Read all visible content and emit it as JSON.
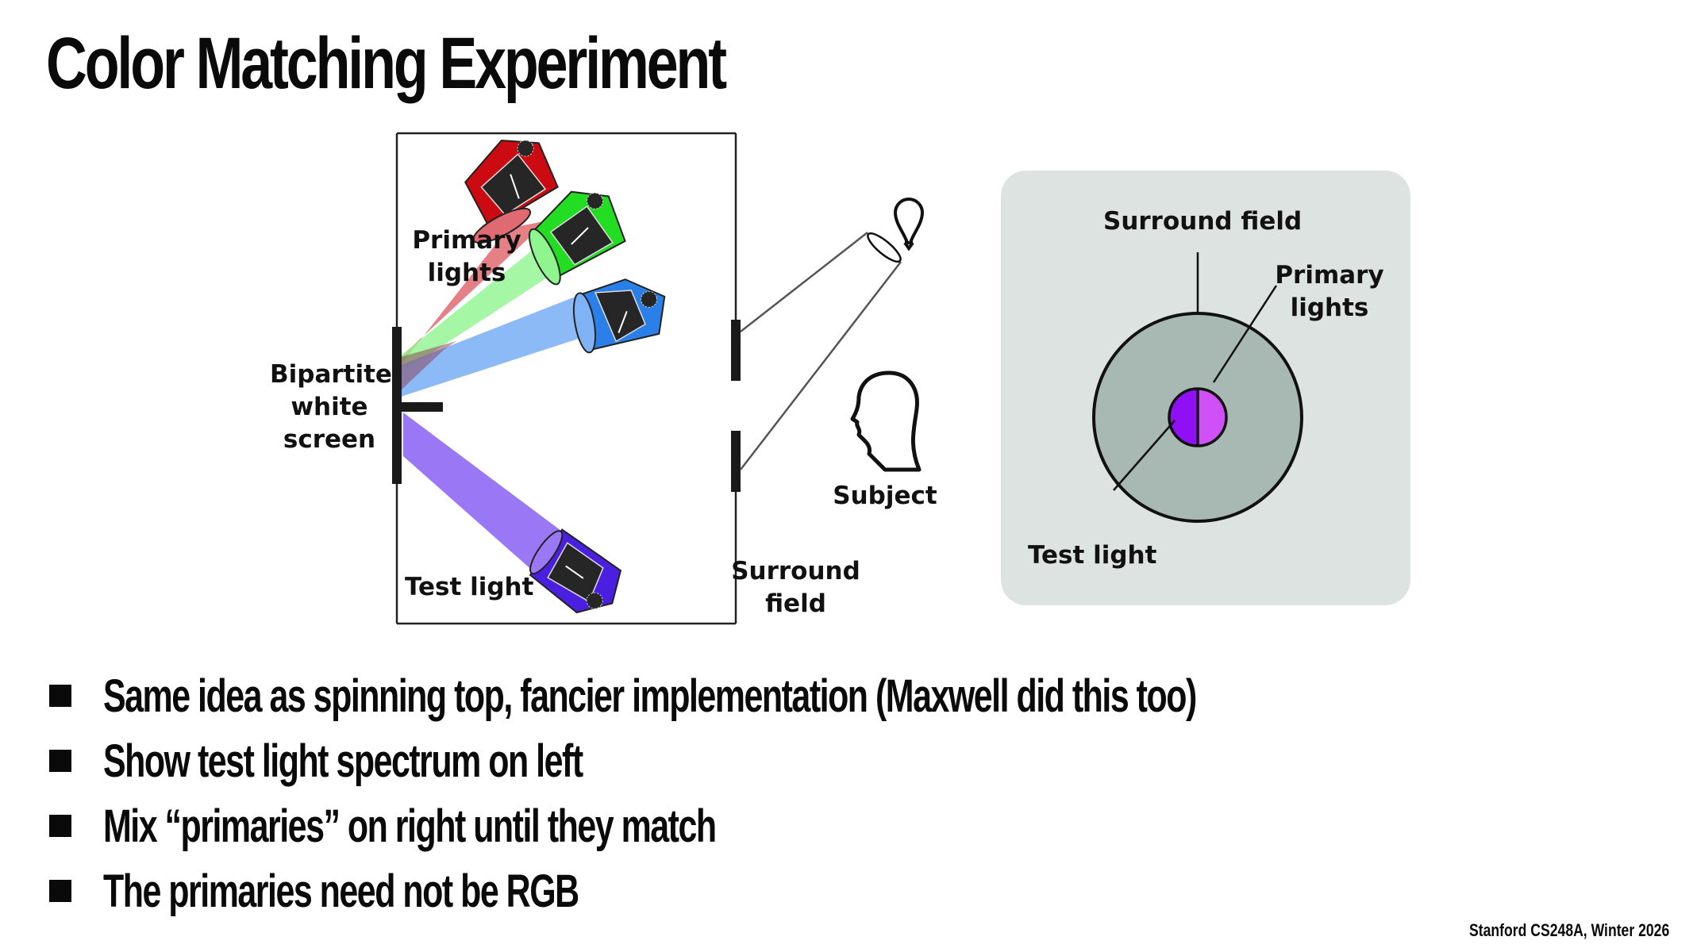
{
  "slide": {
    "title": "Color Matching Experiment",
    "footer": "Stanford CS248A, Winter 2026"
  },
  "diagram_left": {
    "labels": {
      "primary_lights_line1": "Primary",
      "primary_lights_line2": "lights",
      "bipartite_line1": "Bipartite",
      "bipartite_line2": "white",
      "bipartite_line3": "screen",
      "test_light": "Test light",
      "surround_line1": "Surround",
      "surround_line2": "field",
      "subject": "Subject"
    },
    "colors": {
      "red_projector": "#cc0a12",
      "green_projector": "#22dd22",
      "blue_projector": "#2a7fe8",
      "test_projector": "#4a1fe0",
      "red_beam": "#e06a72",
      "green_beam": "#8ff58f",
      "blue_beam": "#7fb3f5",
      "test_beam": "#9a78f5"
    }
  },
  "diagram_right": {
    "labels": {
      "surround_field": "Surround field",
      "primary_line1": "Primary",
      "primary_line2": "lights",
      "test_light": "Test light"
    },
    "colors": {
      "panel_bg": "#dde3e1",
      "surround": "#a8b8b2",
      "test_half": "#9010f5",
      "primary_half": "#d050f8"
    }
  },
  "bullets": [
    "Same idea as spinning top, fancier implementation (Maxwell did this too)",
    "Show test light spectrum on left",
    "Mix “primaries” on right until they match",
    "The primaries need not be RGB"
  ]
}
